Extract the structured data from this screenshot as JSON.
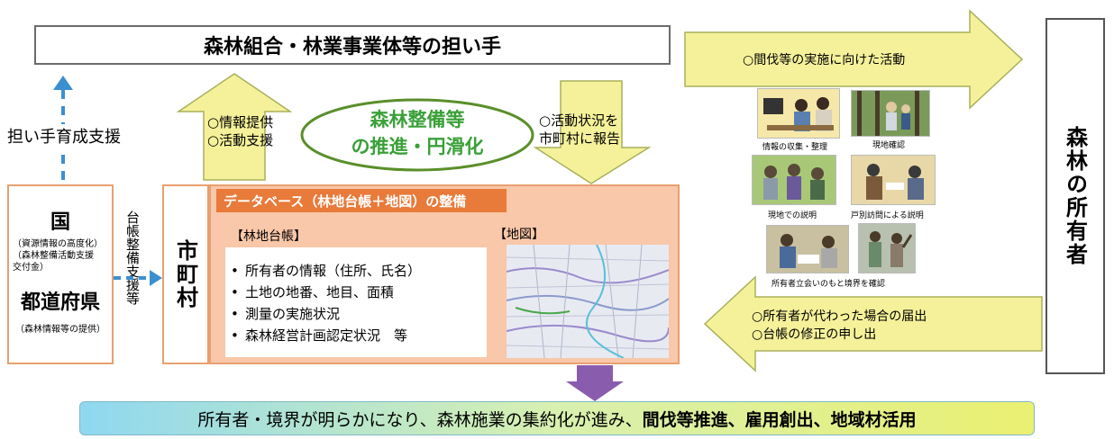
{
  "top_box": {
    "label": "森林組合・林業事業体等の担い手"
  },
  "owner_box": {
    "label": "森林の所有者"
  },
  "support_label": "担い手育成支援",
  "info_support": {
    "line1": "○情報提供",
    "line2": "○活動支援"
  },
  "oval": {
    "line1": "森林整備等",
    "line2": "の推進・円滑化"
  },
  "report": {
    "line1": "○活動状況を",
    "line2": "市町村に報告"
  },
  "right_arrow_top": {
    "label": "○間伐等の実施に向けた活動"
  },
  "right_arrow_bottom": {
    "line1": "○所有者が代わった場合の届出",
    "line2": "○台帳の修正の申し出"
  },
  "kuni": {
    "title": "国",
    "note1": "（資源情報の高度化）",
    "note2": "（森林整備活動支援",
    "note3": "交付金）",
    "pref_title": "都道府県",
    "pref_note": "（森林情報等の提供）"
  },
  "vertical_support": "台帳整備支援等",
  "city": {
    "label": "市町村"
  },
  "database": {
    "header": "データベース（林地台帳＋地図）の整備",
    "ledger_title": "【林地台帳】",
    "map_title": "【地図】",
    "items": [
      "所有者の情報（住所、氏名）",
      "土地の地番、地目、面積",
      "測量の実施状況",
      "森林経営計画認定状況　等"
    ]
  },
  "photos": {
    "p1": "情報の収集・整理",
    "p2": "現地確認",
    "p3": "現地での説明",
    "p4": "戸別訪問による説明",
    "p5": "所有者立会いのもと境界を確認"
  },
  "bottom": {
    "normal": "所有者・境界が明らかになり、森林施業の集約化が進み、",
    "bold": "間伐等推進、雇用創出、地域材活用"
  },
  "colors": {
    "arrow_fill": "#f5f19a",
    "arrow_stroke": "#a8b05a",
    "oval_text": "#3aa038",
    "db_header": "#e87a3a",
    "panel": "#f9c7a9",
    "down_arrow": "#8a5cae",
    "dash_arrow": "#3b8fd0"
  }
}
